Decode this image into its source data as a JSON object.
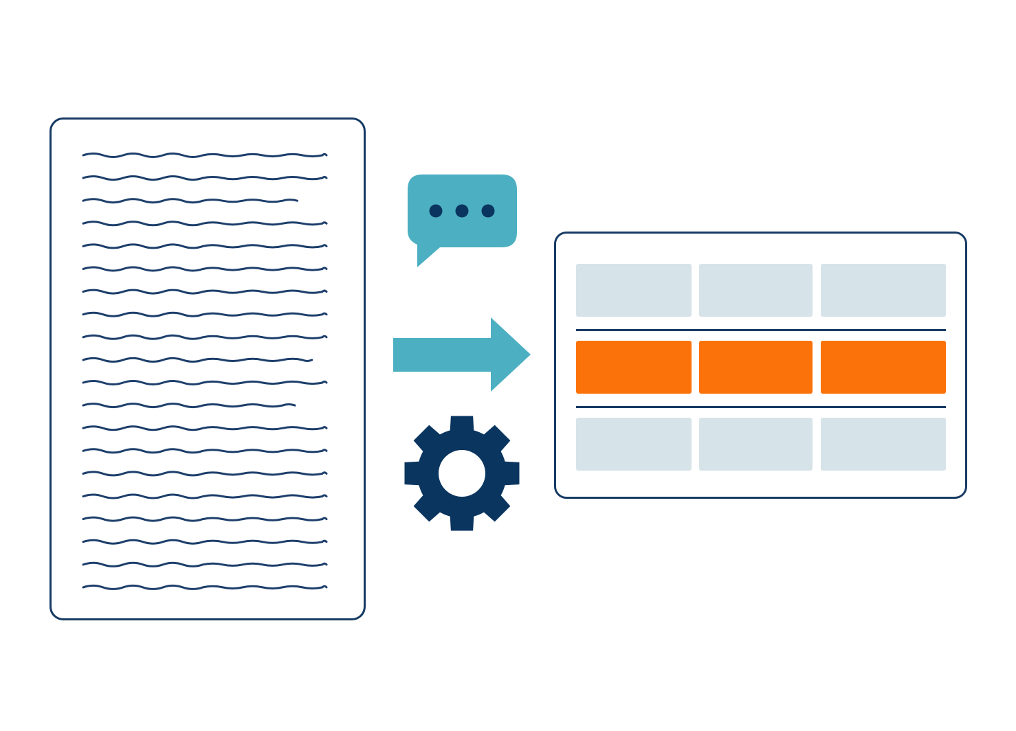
{
  "colors": {
    "outline": "#163a63",
    "text_lines": "#1d3f6b",
    "accent_teal": "#4cafc2",
    "gear": "#0a355f",
    "highlight": "#fc720a",
    "cell": "#d6e3e9",
    "background": "#ffffff"
  },
  "document": {
    "icon": "document-text-icon",
    "line_count": 20,
    "line_lengths": [
      1,
      1,
      0.88,
      1,
      1,
      1,
      1,
      1,
      1,
      0.94,
      1,
      0.87,
      1,
      1,
      1,
      1,
      1,
      1,
      1,
      1
    ]
  },
  "icons": {
    "speech_bubble": "chat-bubble-icon",
    "arrow": "arrow-right-icon",
    "gear": "gear-icon"
  },
  "table": {
    "rows": 3,
    "columns": 3,
    "highlighted_row": 2
  }
}
